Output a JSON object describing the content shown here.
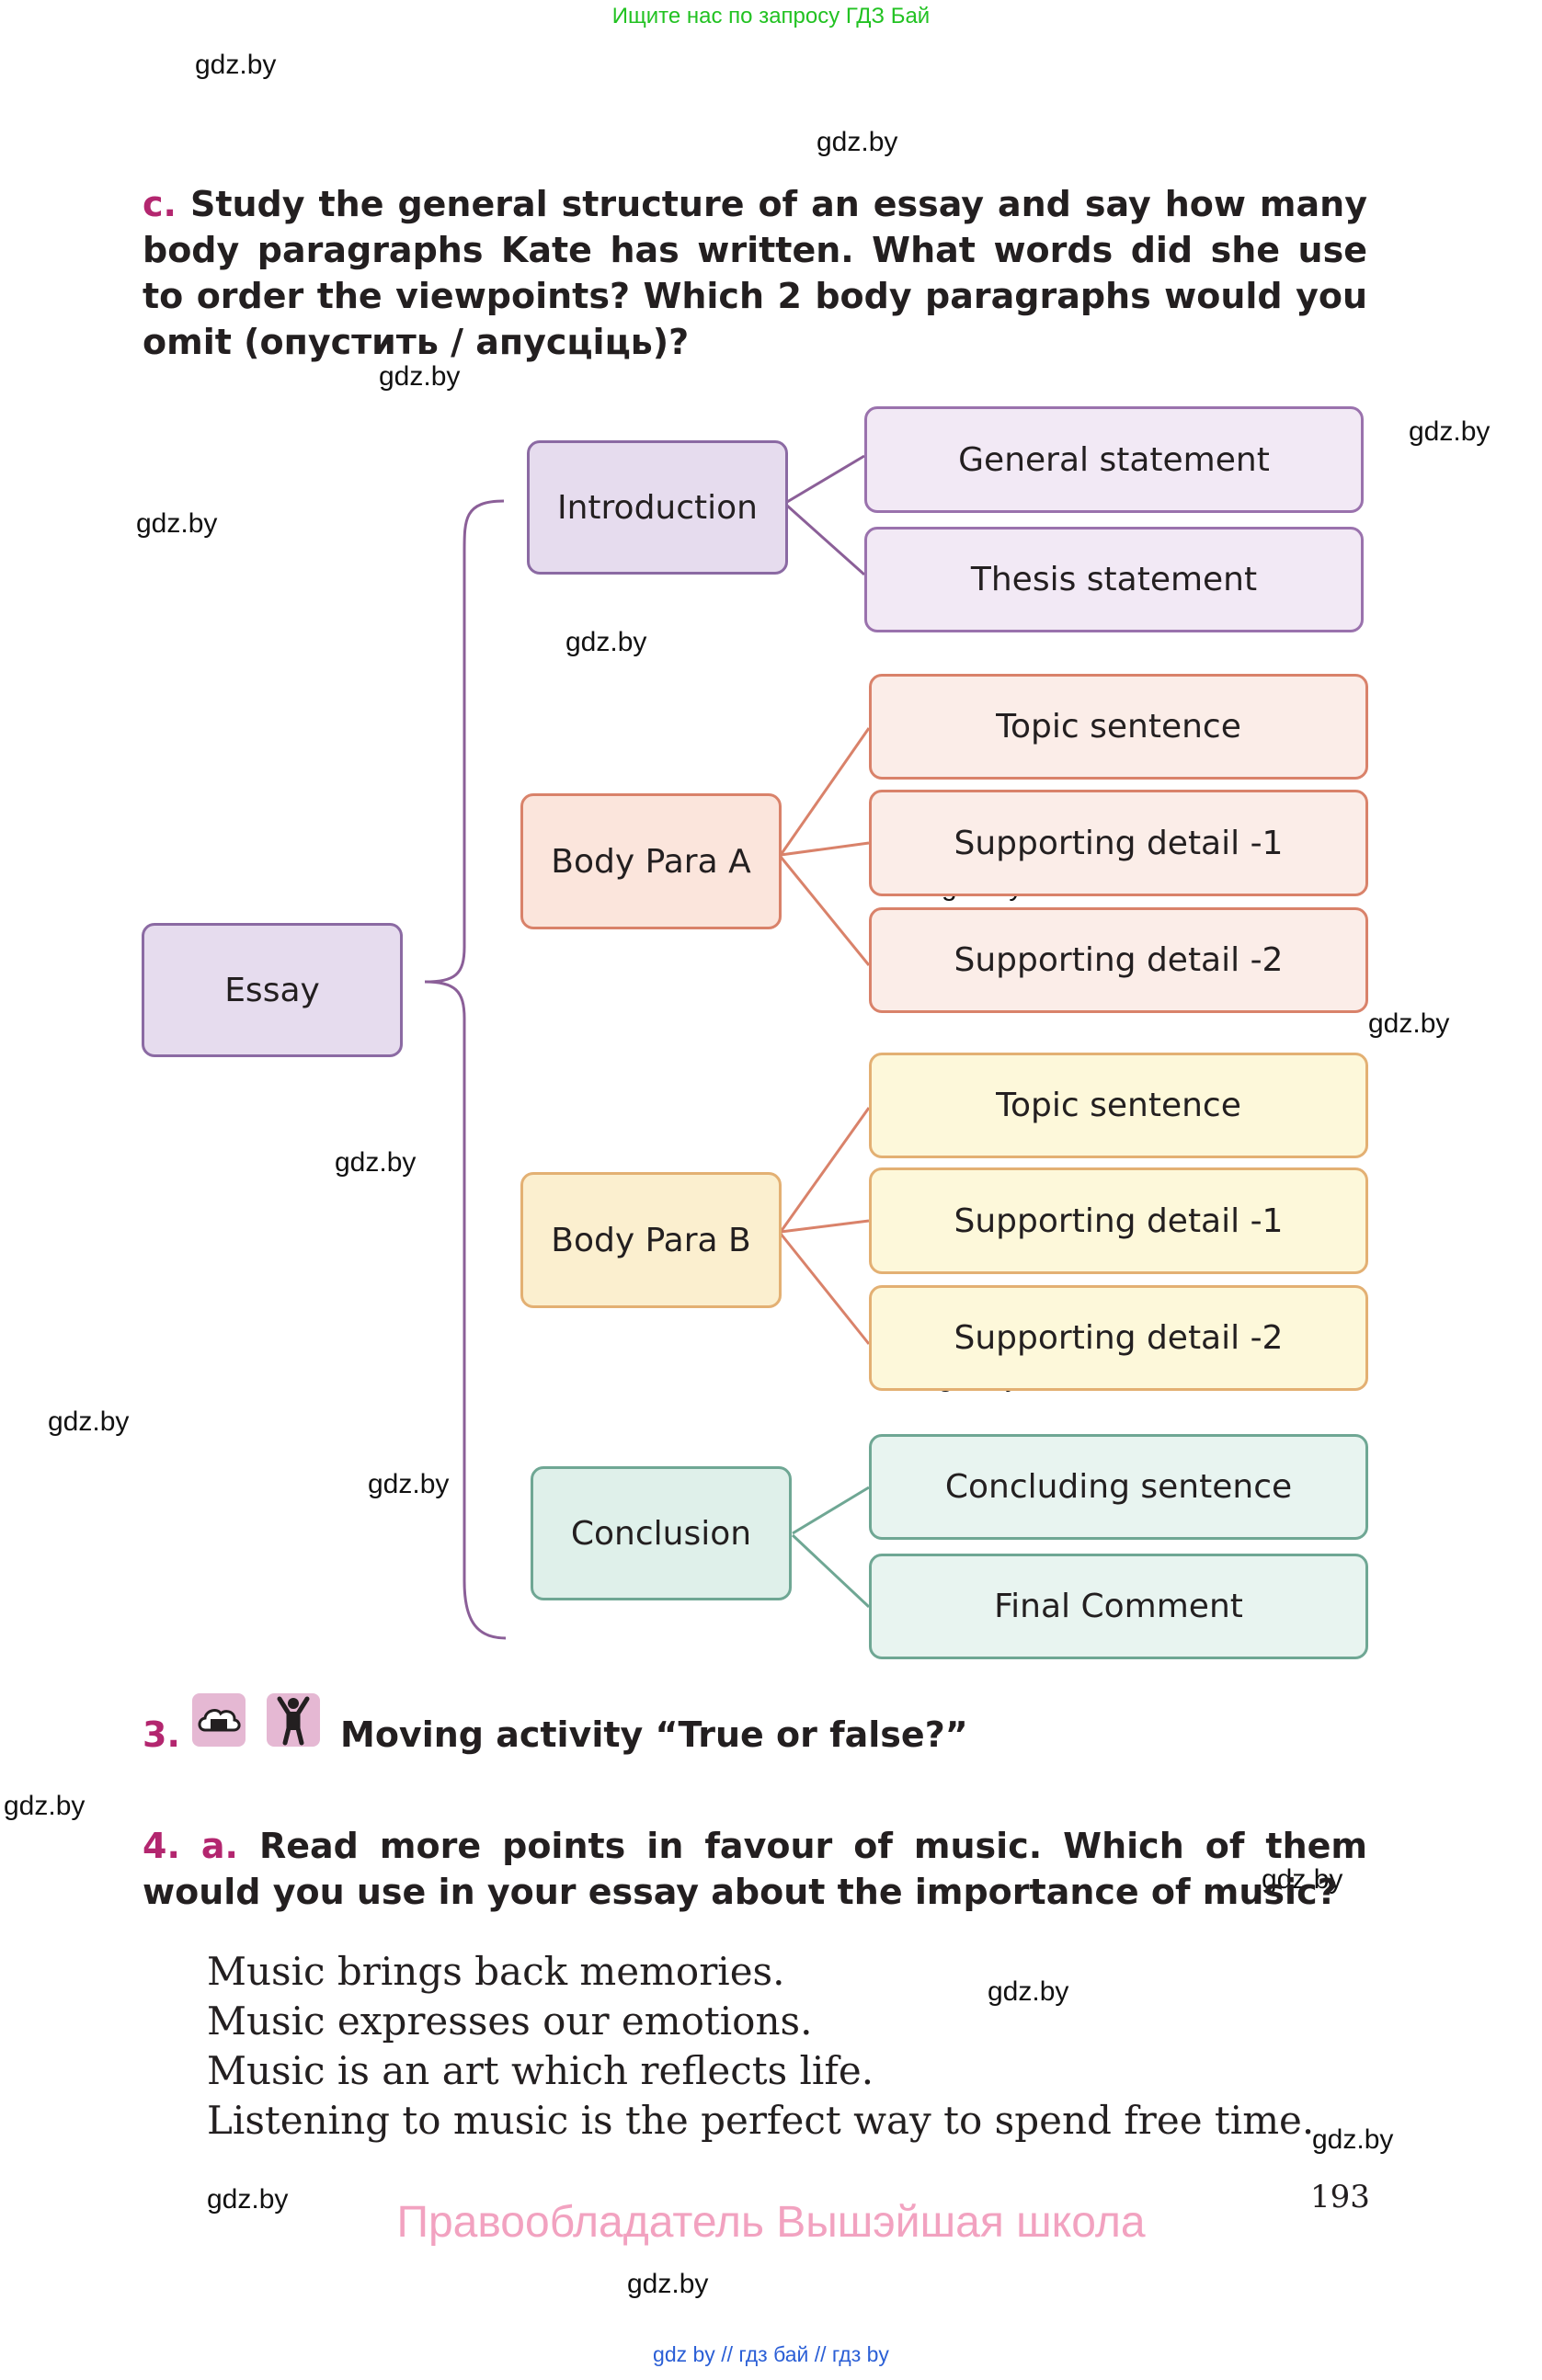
{
  "banner": "Ищите нас по запросу ГДЗ Бай",
  "watermark": "gdz.by",
  "task_c": {
    "letter": "c.",
    "text": "Study the general structure of an essay and say how many body paragraphs Kate has written. What words did she use to order the viewpoints? Which 2 body paragraphs would you omit (опустить / апусціць)?"
  },
  "diagram": {
    "essay": "Essay",
    "introduction": "Introduction",
    "general_statement": "General statement",
    "thesis_statement": "Thesis statement",
    "body_a": "Body Para A",
    "body_b": "Body Para B",
    "topic_sentence": "Topic sentence",
    "supporting_1": "Supporting detail  -1",
    "supporting_2": "Supporting detail  -2",
    "conclusion": "Conclusion",
    "concluding_sentence": "Concluding sentence",
    "final_comment": "Final Comment"
  },
  "task_3": {
    "number": "3.",
    "text": "Moving activity “True or false?”"
  },
  "task_4": {
    "number": "4.",
    "letter": "a.",
    "text": "Read more points in favour of music. Which of them would you use in your essay about the importance of music?"
  },
  "quotes": [
    "Music brings back memories.",
    "Music expresses our emotions.",
    "Music is an art which reflects life.",
    "Listening to music is the perfect way to spend free time."
  ],
  "page_number": "193",
  "copyright": "Правообладатель Вышэйшая школа",
  "footer": "gdz by  //  гдз бай  //  гдз by"
}
